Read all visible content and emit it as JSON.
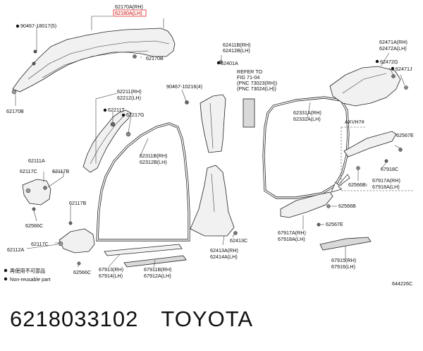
{
  "labels": {
    "l62170A": "62170A(RH)",
    "l62180A": "62180A(LH)",
    "l90467_18017": "90467-18017(5)",
    "l62170B_a": "62170B",
    "l62170B_b": "62170B",
    "l62211": "62211(RH)",
    "l62212": "62212(LH)",
    "l62211T": "62211T",
    "l62217G": "62217G",
    "l62111A": "62111A",
    "l62117C_a": "62117C",
    "l62117B_a": "62117B",
    "l62566C_a": "62566C",
    "l62117B_b": "62117B",
    "l62112A": "62112A",
    "l62117C_b": "62117C",
    "l62566C_b": "62566C",
    "l62311B": "62311B(RH)",
    "l62312B": "62312B(LH)",
    "l90467_10216": "90467-10216(4)",
    "l62411B": "62411B(RH)",
    "l62412B": "62412B(LH)",
    "l62401A": "62401A",
    "l_refer1": "REFER TO",
    "l_refer2": "FIG 71-04",
    "l_refer3": "(PNC 73023(RH))",
    "l_refer4": "(PNC 73024(LH))",
    "l62413C": "62413C",
    "l62413A": "62413A(RH)",
    "l62414A": "62414A(LH)",
    "l67913": "67913(RH)",
    "l67914": "67914(LH)",
    "l67911B": "67911B(RH)",
    "l67912A": "67912A(LH)",
    "l62331A": "62331A(RH)",
    "l62332A": "62332A(LH)",
    "l62471A": "62471A(RH)",
    "l62472A": "62472A(LH)",
    "l62472G": "62472G",
    "l62471J": "62471J",
    "lAXVH7": "AXVH7#",
    "l62567E_a": "62567E",
    "l67918C": "67918C",
    "l62566B_a": "62566B",
    "l67917A_a": "67917A(RH)",
    "l67918A_a": "67918A(LH)",
    "l62566B_b": "62566B",
    "l62567E_b": "62567E",
    "l67917A_b": "67917A(RH)",
    "l67918A_b": "67918A(LH)",
    "l67915": "67915(RH)",
    "l67916": "67916(LH)",
    "legend_cn": "再使用不可部品",
    "legend_en": "Non-reusable part",
    "diagram_code": "644226C"
  },
  "footer": {
    "part_number": "6218033102",
    "brand": "TOYOTA"
  }
}
